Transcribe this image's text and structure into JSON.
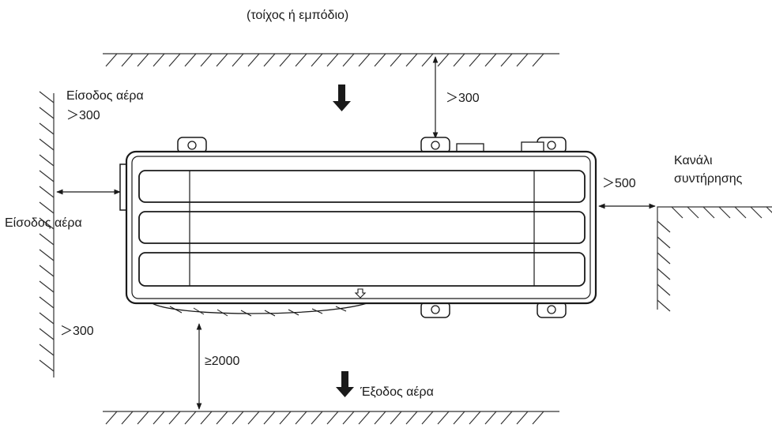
{
  "labels": {
    "top_obstacle": "(τοίχος ή εμπόδιο)",
    "air_inlet_top": "Είσοδος αέρα",
    "air_inlet_left": "Είσοδος αέρα",
    "air_outlet": "Έξοδος αέρα",
    "maintenance_line1": "Κανάλι",
    "maintenance_line2": "συντήρησης"
  },
  "dimensions": {
    "top_clearance": "＞300",
    "left_upper_clearance": "＞300",
    "left_lower_clearance": "＞300",
    "right_clearance": "＞500",
    "bottom_clearance": "≥2000"
  }
}
